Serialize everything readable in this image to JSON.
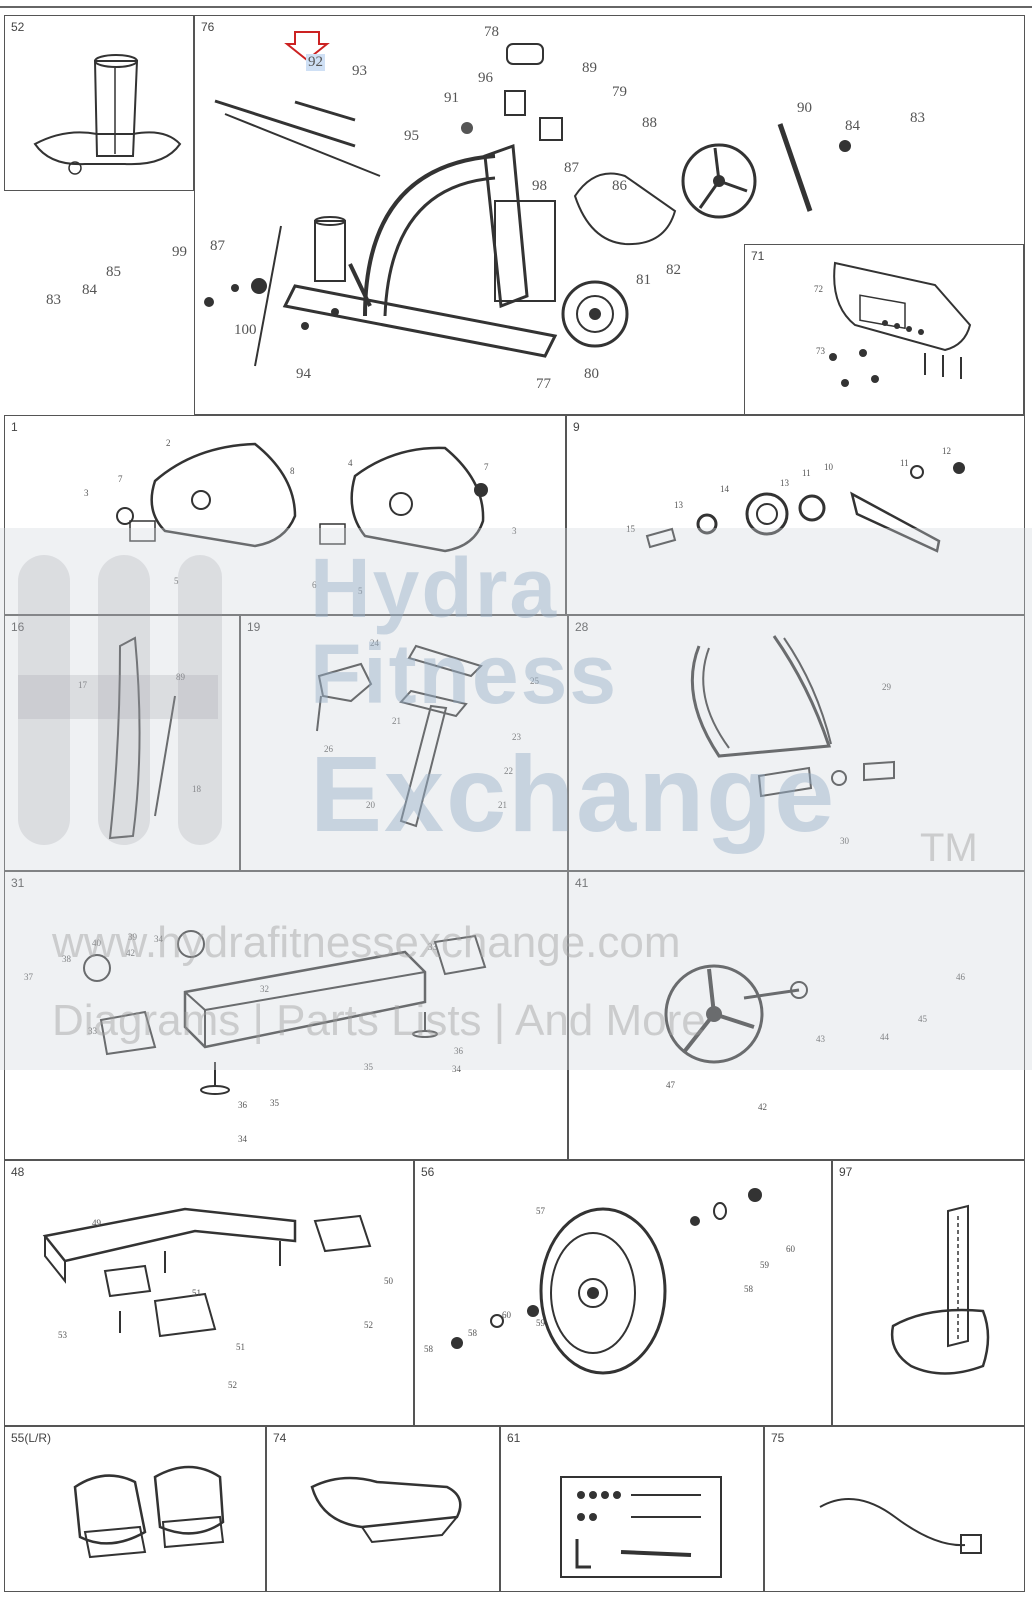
{
  "panels": {
    "p52": {
      "label": "52"
    },
    "p76": {
      "label": "76"
    },
    "p71": {
      "label": "71"
    },
    "p1": {
      "label": "1"
    },
    "p9": {
      "label": "9"
    },
    "p16": {
      "label": "16"
    },
    "p19": {
      "label": "19"
    },
    "p28": {
      "label": "28"
    },
    "p31": {
      "label": "31"
    },
    "p41": {
      "label": "41"
    },
    "p48": {
      "label": "48"
    },
    "p56": {
      "label": "56"
    },
    "p97": {
      "label": "97"
    },
    "p55": {
      "label": "55(L/R)"
    },
    "p74": {
      "label": "74"
    },
    "p61": {
      "label": "61"
    },
    "p75": {
      "label": "75"
    }
  },
  "frame_callouts": [
    "92",
    "93",
    "95",
    "78",
    "96",
    "89",
    "79",
    "91",
    "88",
    "90",
    "84",
    "83",
    "87",
    "98",
    "86",
    "99",
    "87",
    "85",
    "84",
    "83",
    "100",
    "94",
    "77",
    "80",
    "81",
    "82"
  ],
  "console_callouts": [
    "72",
    "73"
  ],
  "p1_callouts": [
    "2",
    "7",
    "3",
    "5",
    "8",
    "4",
    "7",
    "3",
    "6",
    "5"
  ],
  "p9_callouts": [
    "12",
    "11",
    "10",
    "11",
    "13",
    "14",
    "13",
    "15"
  ],
  "p16_callouts": [
    "17",
    "89",
    "18"
  ],
  "p19_callouts": [
    "24",
    "25",
    "21",
    "26",
    "23",
    "20",
    "22",
    "21"
  ],
  "p28_callouts": [
    "29",
    "30"
  ],
  "p31_callouts": [
    "40",
    "39",
    "34",
    "32",
    "33",
    "38",
    "42",
    "37",
    "33",
    "35",
    "36",
    "34",
    "36",
    "35",
    "34"
  ],
  "p41_callouts": [
    "46",
    "45",
    "44",
    "43",
    "47",
    "42"
  ],
  "p48_callouts": [
    "49",
    "50",
    "51",
    "53",
    "52",
    "51",
    "52"
  ],
  "p56_callouts": [
    "57",
    "60",
    "59",
    "58",
    "60",
    "58",
    "59",
    "58"
  ],
  "watermark": {
    "brand_line1": "Hydra",
    "brand_line2": "Fitness",
    "brand_line3": "Exchange",
    "tm": "TM",
    "url": "www.hydrafitnessexchange.com",
    "tagline": "Diagrams | Parts Lists | And More"
  },
  "colors": {
    "line": "#333333",
    "highlight": "#cfe0f5",
    "arrow": "#cc2222"
  }
}
